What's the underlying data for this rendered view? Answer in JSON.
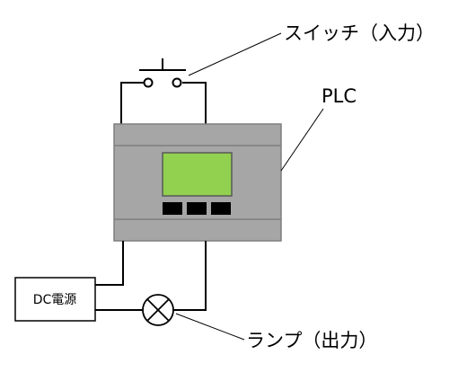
{
  "labels": {
    "switch": "スイッチ（入力）",
    "plc": "PLC",
    "dc_power": "DC電源",
    "lamp": "ランプ（出力）"
  },
  "colors": {
    "plc_body": "#a6a6a6",
    "plc_screen": "#92d050",
    "plc_buttons": "#000000",
    "wire": "#000000",
    "background": "#ffffff"
  },
  "plc": {
    "button_count": 3
  }
}
